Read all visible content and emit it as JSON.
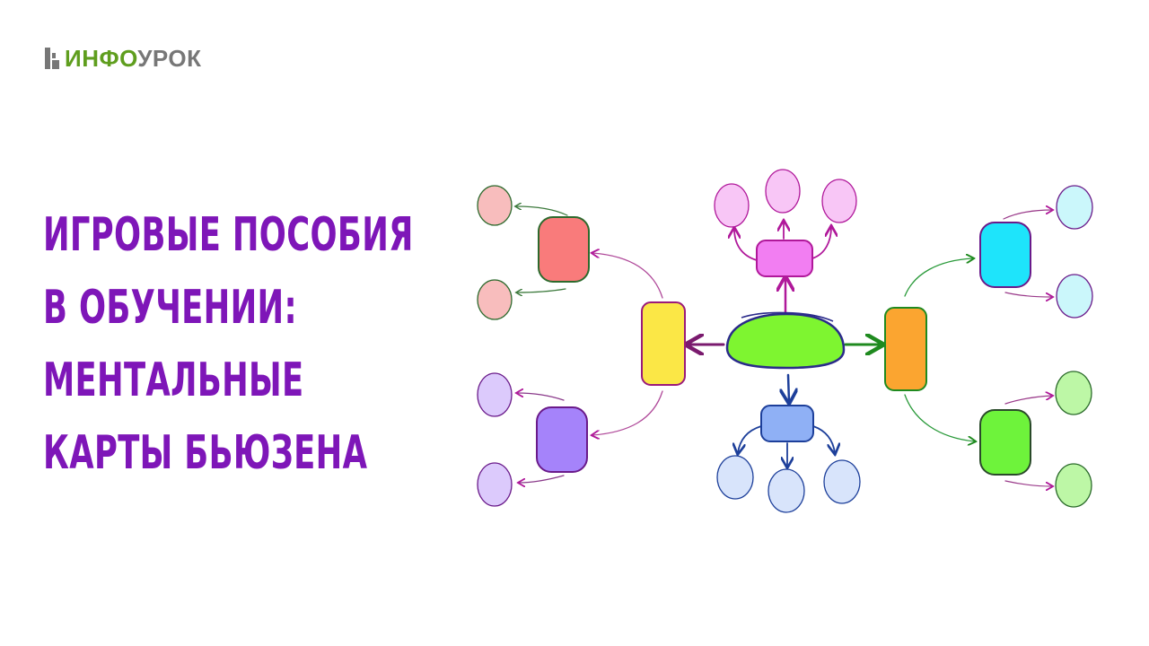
{
  "logo": {
    "part1": "ИНФО",
    "part2": "УРОК",
    "color_part1": "#5f9e1e",
    "color_part2": "#777777"
  },
  "title": {
    "lines": [
      "ИГРОВЫЕ ПОСОБИЯ",
      "В ОБУЧЕНИИ:",
      "МЕНТАЛЬНЫЕ",
      "КАРТЫ БЬЮЗЕНА"
    ],
    "color": "#7e16b8"
  },
  "mind_map": {
    "center_color": "#7ef530",
    "branches": [
      {
        "name": "pink",
        "color": "#f27ef2",
        "leaf": "#f8c6f6"
      },
      {
        "name": "blue",
        "color": "#8fb0f5",
        "leaf": "#d8e4fb"
      },
      {
        "name": "yellow",
        "color": "#fbe746",
        "leaf": ""
      },
      {
        "name": "red",
        "color": "#f97b7b",
        "leaf": "#f8bdbd"
      },
      {
        "name": "purple",
        "color": "#a583fa",
        "leaf": "#dccafc"
      },
      {
        "name": "orange",
        "color": "#fba530",
        "leaf": ""
      },
      {
        "name": "cyan",
        "color": "#1ee4fb",
        "leaf": "#cbf7fb"
      },
      {
        "name": "green",
        "color": "#6ef33b",
        "leaf": "#bdf7a6"
      }
    ]
  }
}
